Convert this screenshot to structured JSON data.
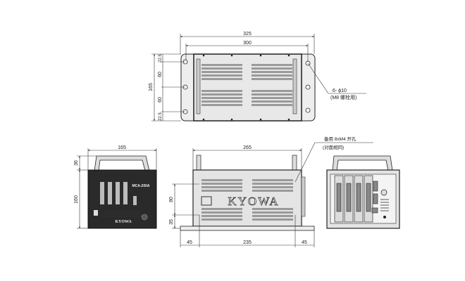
{
  "top_view": {
    "dim_overall_width": "325",
    "dim_hole_pitch_width": "300",
    "dim_overall_depth": "165",
    "dim_edge_top": "22.5",
    "dim_pitch_upper": "60",
    "dim_pitch_lower": "60",
    "dim_edge_bottom": "22.5",
    "hole_callout": "6- ϕ10",
    "hole_callout_note": "(M8 螺栓用)"
  },
  "front_view": {
    "dim_width": "165",
    "dim_handle_height": "36",
    "dim_body_height": "160",
    "model_label": "MCA-200A",
    "brand": "KYOWA"
  },
  "side_view": {
    "dim_width": "265",
    "dim_upper": "80",
    "dim_lower": "35",
    "dim_left_offset": "45",
    "dim_hole_pitch": "235",
    "dim_right_offset": "45",
    "brand": "KYOWA",
    "callout": "备用 8xM4 开孔",
    "callout_note": "(对面相同)"
  },
  "colors": {
    "panel": "#e4e4e4",
    "front_panel": "#2a2a2a",
    "line": "#222222"
  }
}
